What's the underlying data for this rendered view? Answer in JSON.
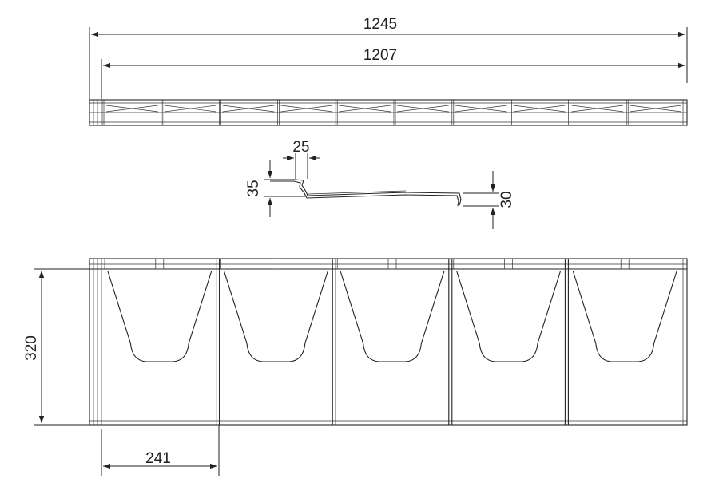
{
  "dimensions": {
    "overall_length": "1245",
    "inner_length": "1207",
    "step_width": "25",
    "step_height": "35",
    "lip_height": "30",
    "depth": "320",
    "pocket_pitch": "241"
  },
  "plan_view": {
    "pocket_count": 5
  },
  "colors": {
    "line": "#222222",
    "background": "#ffffff"
  }
}
